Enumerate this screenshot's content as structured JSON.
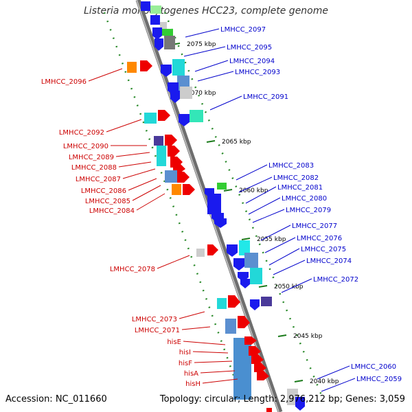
{
  "title": "Listeria monocytogenes HCC23, complete genome",
  "accession": "Accession: NC_011660",
  "topology": "Topology: circular; Length: 2,976,212 bp; Genes: 3,059",
  "colors": {
    "forward_label": "#cc0000",
    "reverse_label": "#0000cc",
    "tick": "#1a7a1a",
    "backbone": "#8c8c8c"
  },
  "scale_ticks": [
    {
      "label": "2075 kbp"
    },
    {
      "label": "2070 kbp"
    },
    {
      "label": "2065 kbp"
    },
    {
      "label": "2060 kbp"
    },
    {
      "label": "2055 kbp"
    },
    {
      "label": "2050 kbp"
    },
    {
      "label": "2045 kbp"
    },
    {
      "label": "2040 kbp"
    }
  ],
  "reverse_labels": [
    "LMHCC_2097",
    "LMHCC_2095",
    "LMHCC_2094",
    "LMHCC_2093",
    "LMHCC_2091",
    "LMHCC_2083",
    "LMHCC_2082",
    "LMHCC_2081",
    "LMHCC_2080",
    "LMHCC_2079",
    "LMHCC_2077",
    "LMHCC_2076",
    "LMHCC_2075",
    "LMHCC_2074",
    "LMHCC_2072",
    "LMHCC_2060",
    "LMHCC_2059"
  ],
  "forward_labels": [
    "LMHCC_2096",
    "LMHCC_2092",
    "LMHCC_2090",
    "LMHCC_2089",
    "LMHCC_2088",
    "LMHCC_2087",
    "LMHCC_2086",
    "LMHCC_2085",
    "LMHCC_2084",
    "LMHCC_2078",
    "LMHCC_2073",
    "LMHCC_2071",
    "hisE",
    "hisI",
    "hisF",
    "hisA",
    "hisH"
  ]
}
